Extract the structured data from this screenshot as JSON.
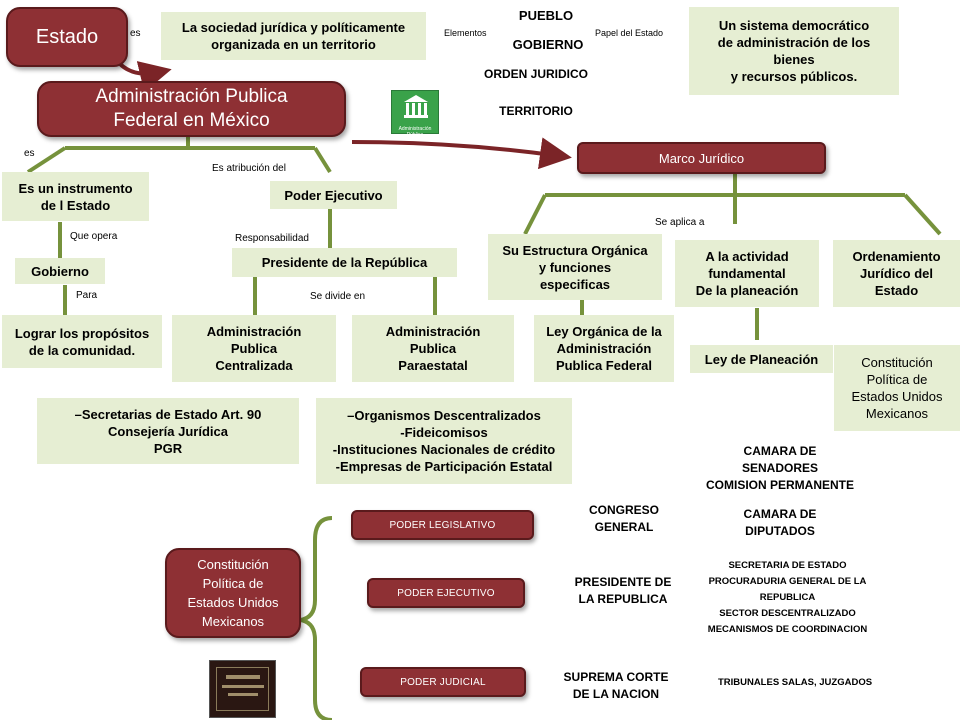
{
  "estado": {
    "title": "Estado",
    "es": "es",
    "definition": "La sociedad jurídica  y políticamente\norganizada en un territorio",
    "elementos": "Elementos",
    "elements": [
      "PUEBLO",
      "GOBIERNO",
      "ORDEN JURIDICO",
      "TERRITORIO"
    ],
    "papel": "Papel del Estado",
    "papel_text": "Un sistema democrático\nde administración de los\nbienes\ny recursos  públicos."
  },
  "apf": {
    "title": "Administración Publica\nFederal en México",
    "logo_caption": "Administración\nPública",
    "es": "es",
    "atribucion": "Es atribución del",
    "instrumento": "Es  un instrumento\nde l Estado",
    "que_opera": "Que opera",
    "gobierno": "Gobierno",
    "para": "Para",
    "proposito": "Lograr los propósitos\nde la comunidad.",
    "poder_ejecutivo": "Poder Ejecutivo",
    "responsabilidad": "Responsabilidad",
    "presidente": "Presidente de la República",
    "se_divide": "Se divide en",
    "centralizada": "Administración\nPublica\nCentralizada",
    "paraestatal": "Administración\nPublica\nParaestatal",
    "centralizada_list": "–Secretarias de Estado Art. 90\nConsejería Jurídica\nPGR",
    "paraestatal_list": "–Organismos Descentralizados\n-Fideicomisos\n-Instituciones Nacionales de crédito\n-Empresas de Participación Estatal"
  },
  "marco": {
    "title": "Marco Jurídico",
    "se_aplica": "Se aplica  a",
    "estructura": "Su  Estructura Orgánica\ny funciones\nespecificas",
    "ley_organica": "Ley Orgánica de la\nAdministración\nPublica Federal",
    "actividad": "A la actividad\nfundamental\nDe la planeación",
    "ley_planeacion": "Ley  de Planeación",
    "ordenamiento": "Ordenamiento\nJurídico del\nEstado",
    "constitucion": "Constitución\nPolítica de\nEstados Unidos\nMexicanos"
  },
  "poderes": {
    "constitucion": "Constitución\nPolítica de\nEstados Unidos\nMexicanos",
    "legislativo": "PODER LEGISLATIVO",
    "ejecutivo": "PODER EJECUTIVO",
    "judicial": "PODER JUDICIAL",
    "congreso": "CONGRESO\nGENERAL",
    "senadores": "CAMARA DE\nSENADORES\nCOMISION PERMANENTE",
    "diputados": "CAMARA DE\nDIPUTADOS",
    "presidente": "PRESIDENTE DE\nLA REPUBLICA",
    "ejecutivo_list": "SECRETARIA DE ESTADO\nPROCURADURIA GENERAL DE LA\nREPUBLICA\nSECTOR  DESCENTRALIZADO\nMECANISMOS DE COORDINACION",
    "suprema": "SUPREMA CORTE\nDE LA NACION",
    "tribunales": "TRIBUNALES SALAS, JUZGADOS"
  },
  "colors": {
    "red": "#8e3034",
    "green_fill": "#e6eed3",
    "connector": "#76923c",
    "arrow": "#7b2427"
  },
  "icons": [
    "building-icon",
    "constitution-book-icon"
  ]
}
